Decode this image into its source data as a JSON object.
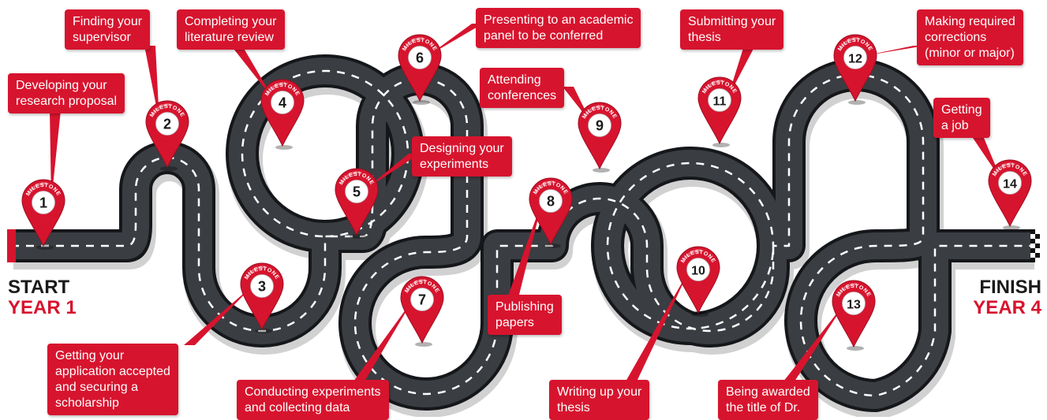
{
  "start": {
    "line1": "START",
    "line2": "YEAR 1"
  },
  "finish": {
    "line1": "FINISH",
    "line2": "YEAR 4"
  },
  "pin_word": "MILESTONE",
  "colors": {
    "accent": "#d7142e",
    "road": "#3a3d42",
    "road_edge": "#15171a",
    "lane": "#ffffff"
  },
  "milestones": [
    {
      "number": "1",
      "text": "Developing your\nresearch proposal"
    },
    {
      "number": "2",
      "text": "Finding your\nsupervisor"
    },
    {
      "number": "3",
      "text": "Getting your\napplication accepted\nand securing a\nscholarship"
    },
    {
      "number": "4",
      "text": "Completing your\nliterature review"
    },
    {
      "number": "5",
      "text": "Designing your\nexperiments"
    },
    {
      "number": "6",
      "text": "Presenting to an academic\npanel to be conferred"
    },
    {
      "number": "7",
      "text": "Conducting experiments\nand collecting data"
    },
    {
      "number": "8",
      "text": "Publishing\npapers"
    },
    {
      "number": "9",
      "text": "Attending\nconferences"
    },
    {
      "number": "10",
      "text": "Writing up your\nthesis"
    },
    {
      "number": "11",
      "text": "Submitting your\nthesis"
    },
    {
      "number": "12",
      "text": "Making required\ncorrections\n(minor or major)"
    },
    {
      "number": "13",
      "text": "Being awarded\nthe title of Dr."
    },
    {
      "number": "14",
      "text": "Getting\na job"
    }
  ]
}
